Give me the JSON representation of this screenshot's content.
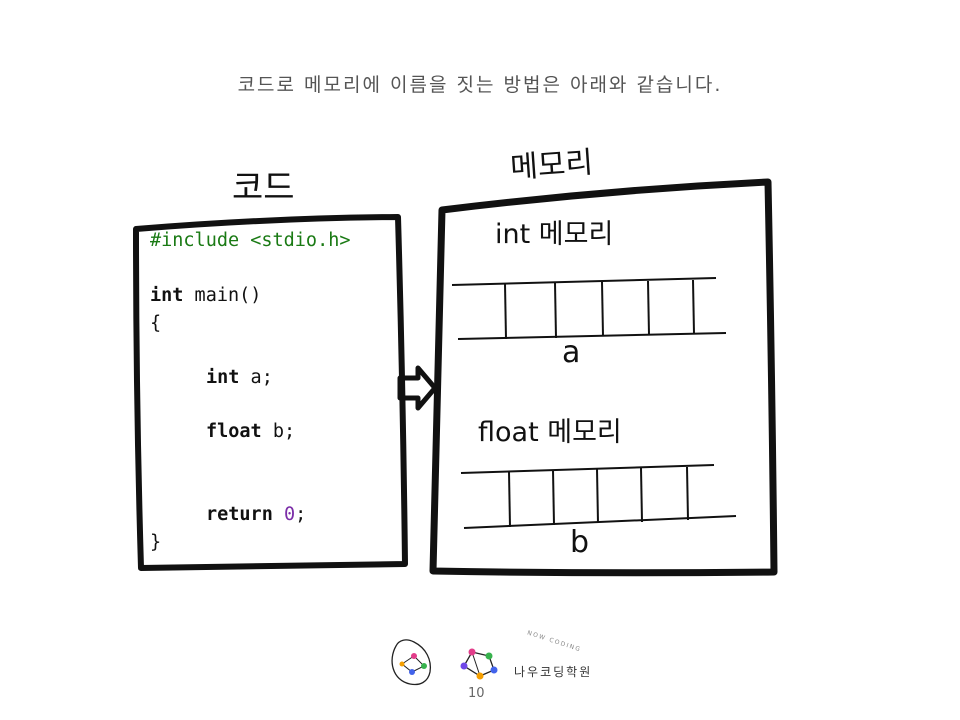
{
  "slide": {
    "heading": "코드로 메모리에 이름을 짓는 방법은 아래와 같습니다.",
    "page_number": "10"
  },
  "code_box": {
    "label": "코드",
    "lines": {
      "include": "#include <stdio.h>",
      "main_type": "int",
      "main_name": " main()",
      "open_brace": "{",
      "int_kw": "int",
      "int_var": " a;",
      "float_kw": "float",
      "float_var": " b;",
      "return_kw": "return",
      "return_val": "0",
      "return_end": ";",
      "close_brace": "}"
    }
  },
  "memory_box": {
    "label": "메모리",
    "int_label": "int 메모리",
    "int_var": "a",
    "int_cells": 5,
    "float_label": "float 메모리",
    "float_var": "b",
    "float_cells": 5
  },
  "logo": {
    "name": "나우코딩학원",
    "arc_text": "NOW CODING"
  },
  "colors": {
    "preprocessor": "#1a7a14",
    "number_literal": "#7b2ea8",
    "ink": "#111111",
    "heading": "#555555"
  },
  "icons": [
    "brain-logo-icon",
    "network-logo-icon",
    "arrow-right-icon"
  ]
}
